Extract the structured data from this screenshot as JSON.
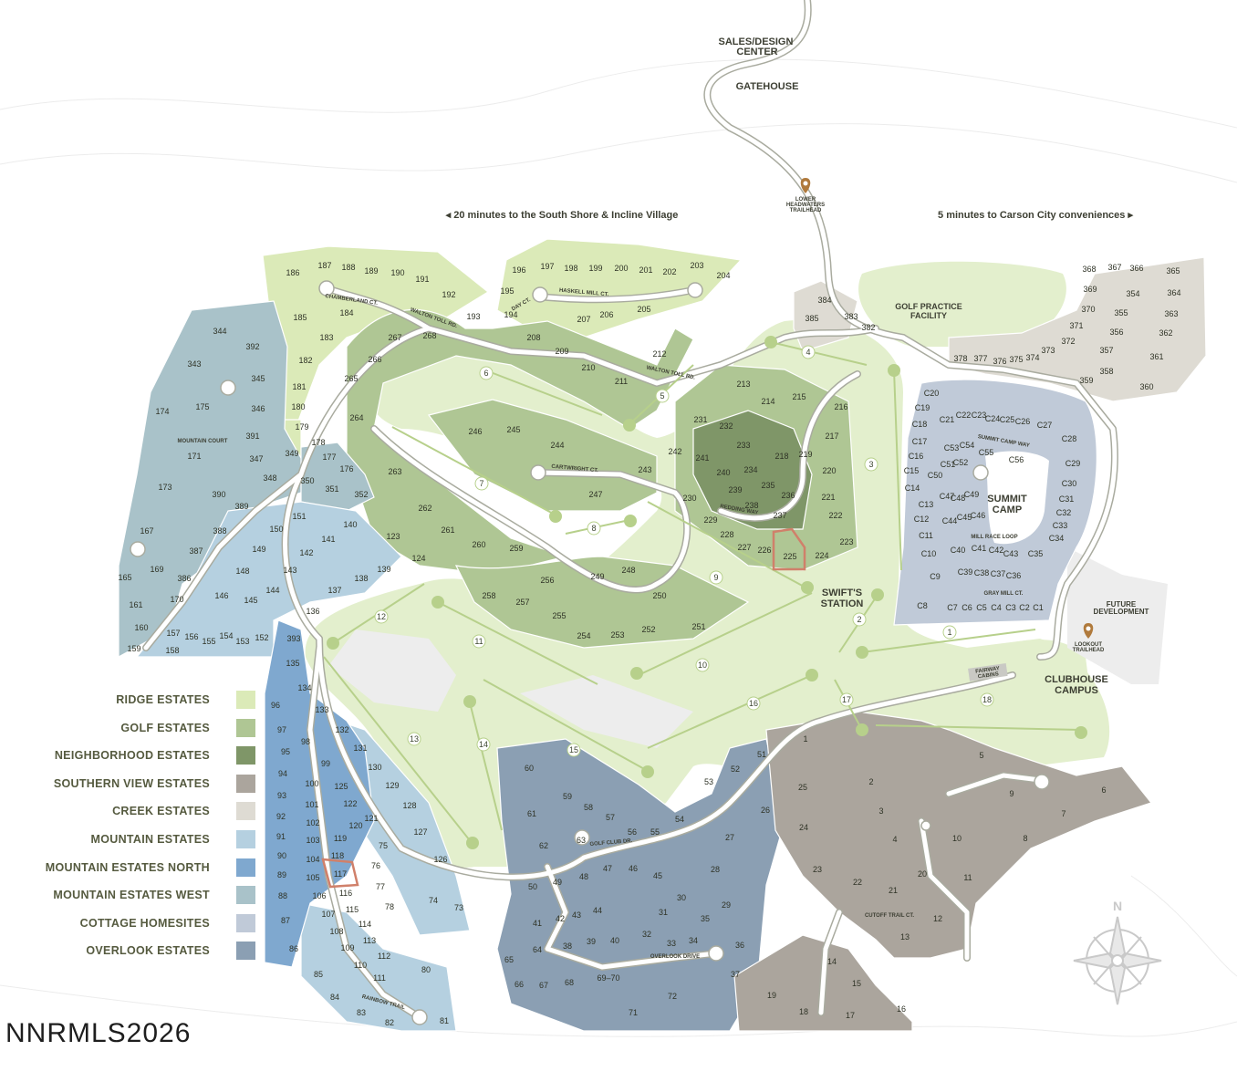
{
  "places": {
    "sales_center": "SALES/DESIGN\nCENTER",
    "gatehouse": "GATEHOUSE",
    "lower_trailhead": "LOWER\nHEADWATERS\nTRAILHEAD",
    "south_shore": "20 minutes to the South Shore & Incline Village",
    "carson_city": "5 minutes to Carson City conveniences",
    "golf_practice": "GOLF PRACTICE\nFACILITY",
    "summit_camp": "SUMMIT\nCAMP",
    "swifts_station": "SWIFT'S\nSTATION",
    "future_development": "FUTURE\nDEVELOPMENT",
    "lookout_trailhead": "LOOKOUT\nTRAILHEAD",
    "clubhouse": "CLUBHOUSE\nCAMPUS",
    "fairway_cabins": "FAIRWAY\nCABINS",
    "north": "N"
  },
  "streets": [
    "CHAMBERLAND CT.",
    "HASKELL MILL CT.",
    "DAY CT.",
    "WALTON TOLL RD.",
    "CARTWRIGHT CT.",
    "REDDING WAY",
    "MOUNTAIN COURT",
    "GOLF CLUB DR.",
    "SUMMIT CAMP WAY",
    "MILL RACE LOOP",
    "GRAY MILL CT.",
    "RAINBOW TRAIL",
    "OVERLOOK DRIVE",
    "CUTOFF TRAIL CT."
  ],
  "legend": [
    {
      "label": "RIDGE ESTATES",
      "color": "#dbeab8"
    },
    {
      "label": "GOLF ESTATES",
      "color": "#afc694"
    },
    {
      "label": "NEIGHBORHOOD ESTATES",
      "color": "#7f9668"
    },
    {
      "label": "SOUTHERN VIEW ESTATES",
      "color": "#aba59d"
    },
    {
      "label": "CREEK ESTATES",
      "color": "#dedbd3"
    },
    {
      "label": "MOUNTAIN ESTATES",
      "color": "#b5d0e0"
    },
    {
      "label": "MOUNTAIN ESTATES NORTH",
      "color": "#7fa8cf"
    },
    {
      "label": "MOUNTAIN ESTATES WEST",
      "color": "#a9c2c9"
    },
    {
      "label": "COTTAGE HOMESITES",
      "color": "#c0cad8"
    },
    {
      "label": "OVERLOOK ESTATES",
      "color": "#8b9fb3"
    }
  ],
  "colors": {
    "golf_course": "#e3efcd",
    "road": "#ffffff",
    "road_edge": "#a9ab9f",
    "highlight": "#d0806a",
    "pin": "#b07a3c"
  },
  "watermark": "NNRMLS2026"
}
